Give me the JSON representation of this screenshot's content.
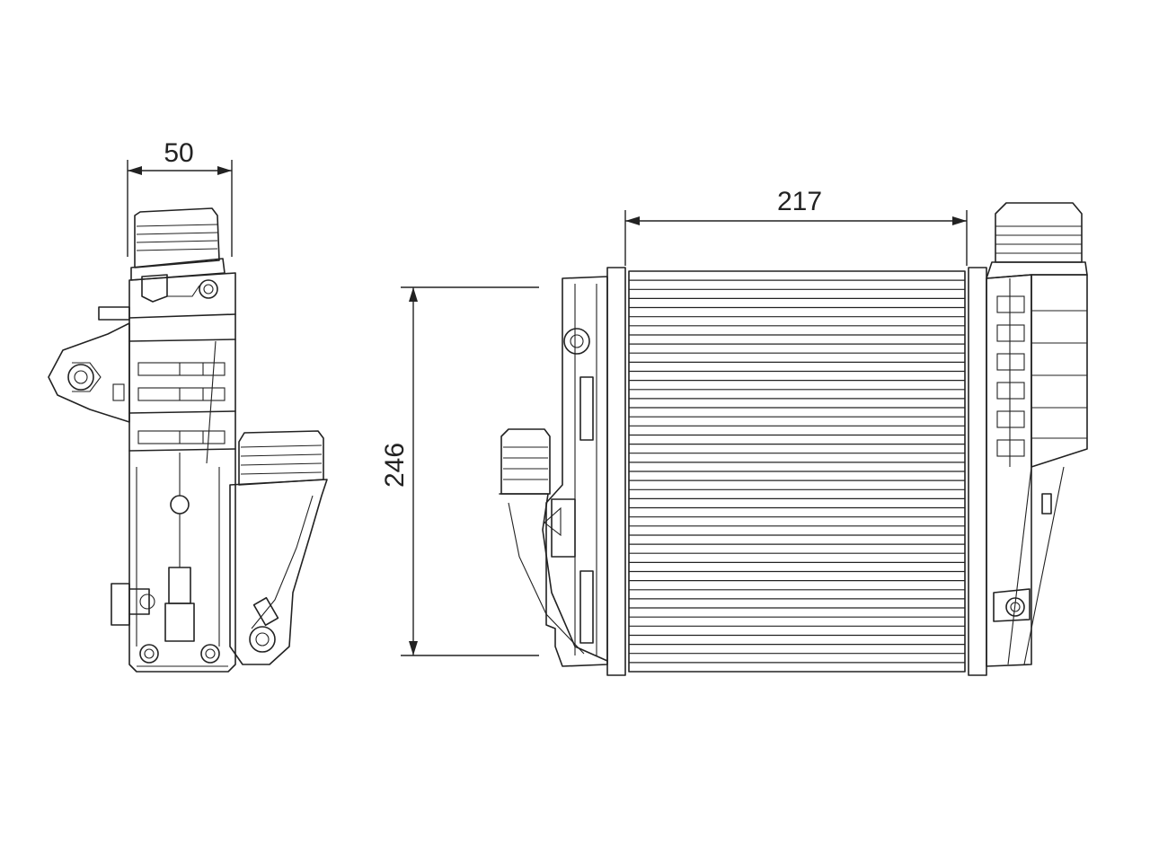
{
  "dimensions": {
    "width": "50",
    "length": "217",
    "height": "246"
  },
  "colors": {
    "line": "#222222",
    "background": "#ffffff"
  }
}
